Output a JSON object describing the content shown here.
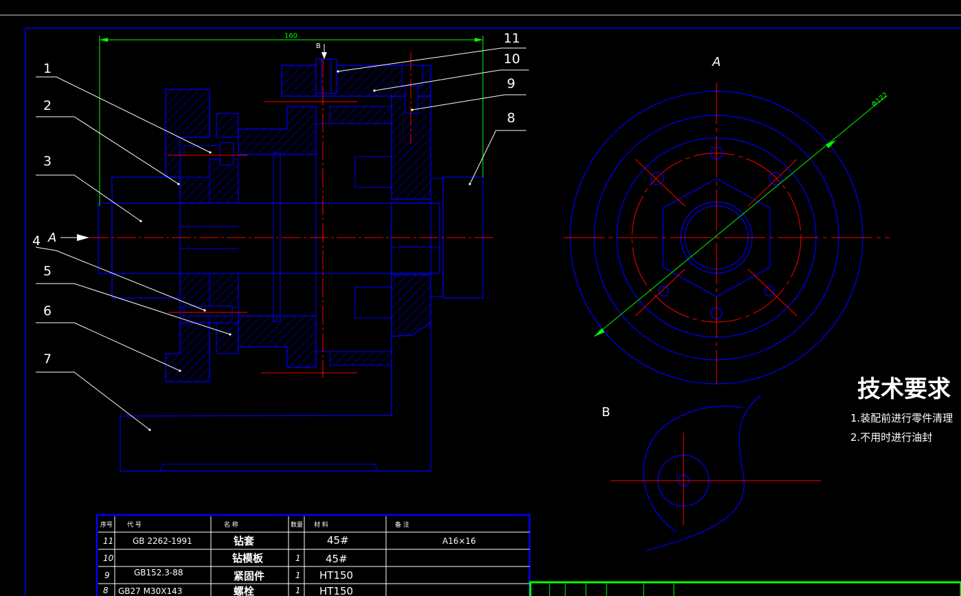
{
  "drawing": {
    "dimension_160": "160",
    "section_B_mark": "B",
    "view_A_left": "A",
    "view_A_top": "A",
    "view_B": "B",
    "diameter_dim": "Φ122",
    "part_labels": [
      "1",
      "2",
      "3",
      "4",
      "5",
      "6",
      "7",
      "8",
      "9",
      "10",
      "11"
    ]
  },
  "tech_requirements": {
    "title": "技术要求",
    "items": [
      "1.装配前进行零件清理",
      "2.不用时进行油封"
    ]
  },
  "bom": {
    "headers": [
      "序号",
      "代 号",
      "名 称",
      "数量",
      "材 料",
      "备 注"
    ],
    "rows": [
      {
        "no": "11",
        "code": "GB 2262-1991",
        "name": "钻套",
        "qty": "",
        "material": "45#",
        "note": "A16×16"
      },
      {
        "no": "10",
        "code": "",
        "name": "钻模板",
        "qty": "1",
        "material": "45#",
        "note": ""
      },
      {
        "no": "9",
        "code": "GB152.3-88",
        "name": "紧固件",
        "qty": "1",
        "material": "HT150",
        "note": ""
      },
      {
        "no": "8",
        "code": "GB27 M30X143",
        "name": "螺栓",
        "qty": "1",
        "material": "HT150",
        "note": ""
      }
    ]
  },
  "colors": {
    "outline": "#0000ff",
    "center_line": "#ff0000",
    "dimension": "#00ff00",
    "leader": "#ffffff",
    "background": "#000000"
  }
}
